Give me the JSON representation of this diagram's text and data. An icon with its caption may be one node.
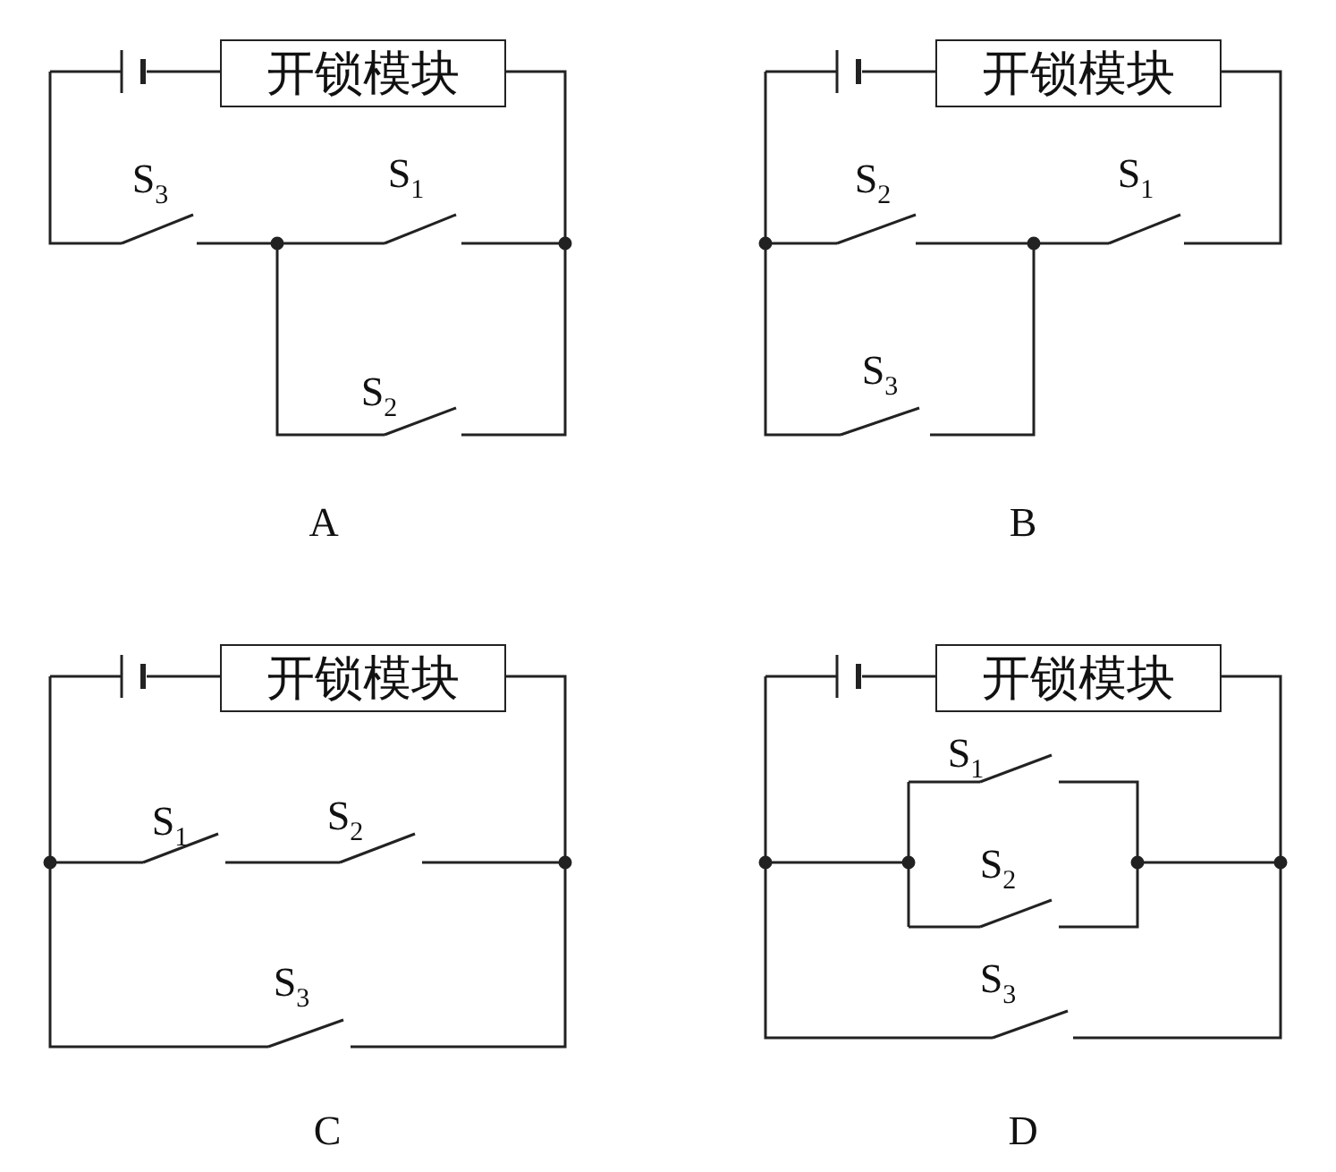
{
  "diagram": {
    "nodes": [
      {
        "text": [
          "开锁模块"
        ]
      },
      {
        "text": [
          "开锁模块"
        ]
      },
      {
        "text": [
          "开锁模块"
        ]
      },
      {
        "text": [
          "开锁模块"
        ]
      }
    ],
    "labels": [
      "S$_{3}$",
      "S$_{1}$",
      "S$_{2}$",
      "A",
      "S$_{2}$",
      "S$_{1}$",
      "S$_{3}$",
      "B",
      "S$_{1}$",
      "S$_{2}$",
      "S$_{3}$",
      "C",
      "S$_{1}$",
      "S$_{2}$",
      "S$_{3}$",
      "D"
    ]
  }
}
